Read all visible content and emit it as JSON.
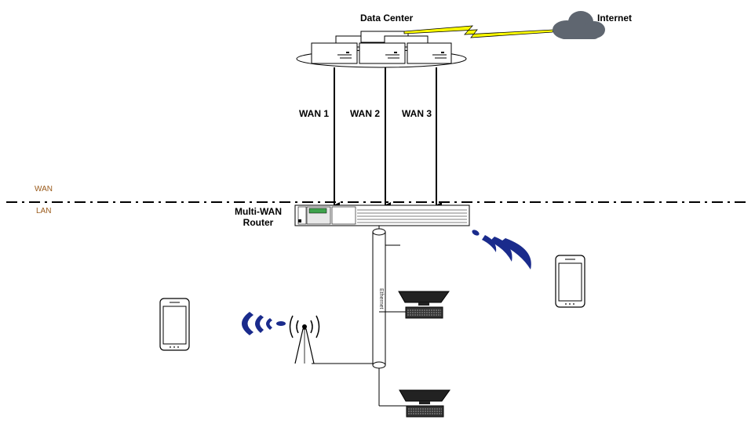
{
  "labels": {
    "data_center": "Data Center",
    "internet": "Internet",
    "wan1": "WAN 1",
    "wan2": "WAN 2",
    "wan3": "WAN 3",
    "zone_wan": "WAN",
    "zone_lan": "LAN",
    "router_line1": "Multi-WAN",
    "router_line2": "Router",
    "ethernet": "Ethernet"
  },
  "colors": {
    "wireless": "#1a2b8c",
    "lightning_fill": "#ffff00",
    "cloud": "#5f6670",
    "zone_text": "#9a5a1a",
    "router_display": "#3fa34d"
  }
}
